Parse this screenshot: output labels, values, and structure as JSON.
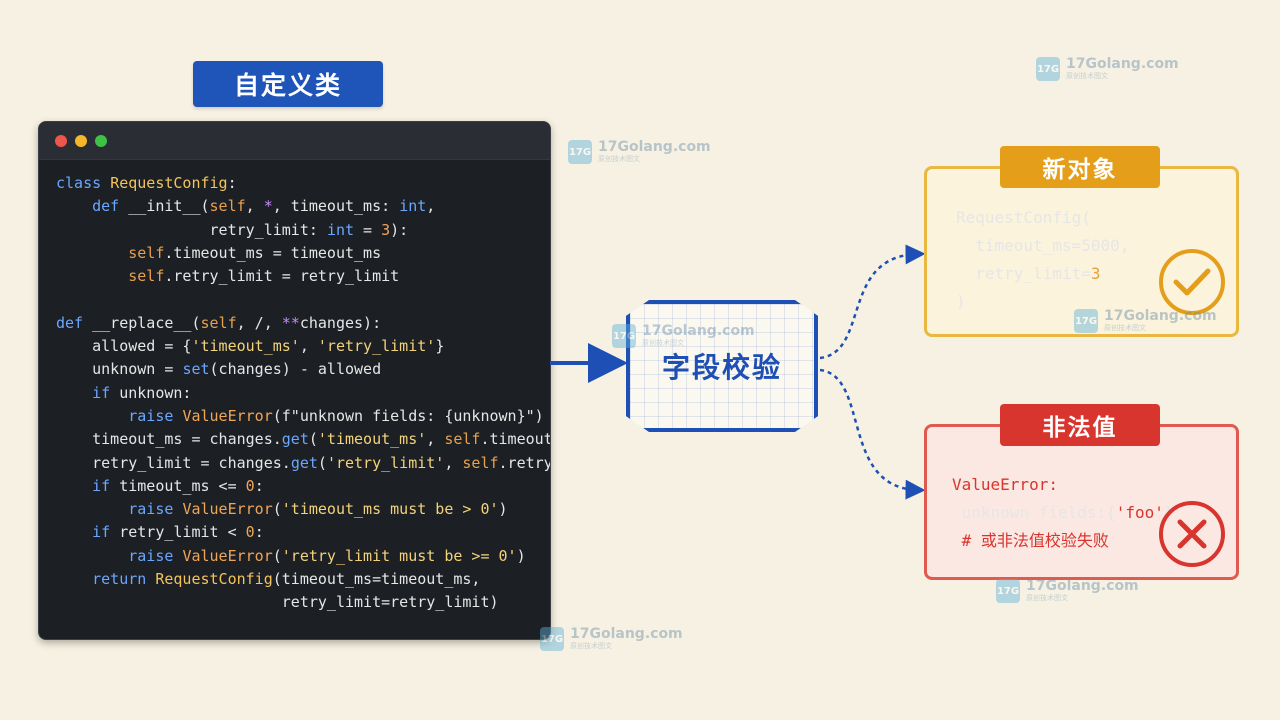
{
  "title": "自定义类",
  "code_lines": [
    [
      [
        "kw",
        "class "
      ],
      [
        "cls",
        "RequestConfig"
      ],
      [
        "plain",
        ":"
      ]
    ],
    [
      [
        "plain",
        "    "
      ],
      [
        "kw",
        "def "
      ],
      [
        "plain",
        "__init__("
      ],
      [
        "self",
        "self"
      ],
      [
        "plain",
        ", "
      ],
      [
        "op",
        "*"
      ],
      [
        "plain",
        ", timeout_ms: "
      ],
      [
        "bi",
        "int"
      ],
      [
        "plain",
        ","
      ]
    ],
    [
      [
        "plain",
        "                 retry_limit: "
      ],
      [
        "bi",
        "int"
      ],
      [
        "plain",
        " = "
      ],
      [
        "num",
        "3"
      ],
      [
        "plain",
        "):"
      ]
    ],
    [
      [
        "plain",
        "        "
      ],
      [
        "self",
        "self"
      ],
      [
        "plain",
        ".timeout_ms = timeout_ms"
      ]
    ],
    [
      [
        "plain",
        "        "
      ],
      [
        "self",
        "self"
      ],
      [
        "plain",
        ".retry_limit = retry_limit"
      ]
    ],
    [
      [
        "plain",
        ""
      ]
    ],
    [
      [
        "kw",
        "def "
      ],
      [
        "plain",
        "__replace__("
      ],
      [
        "self",
        "self"
      ],
      [
        "plain",
        ", /, "
      ],
      [
        "op",
        "**"
      ],
      [
        "plain",
        "changes):"
      ]
    ],
    [
      [
        "plain",
        "    allowed = {"
      ],
      [
        "str",
        "'timeout_ms'"
      ],
      [
        "plain",
        ", "
      ],
      [
        "str",
        "'retry_limit'"
      ],
      [
        "plain",
        "}"
      ]
    ],
    [
      [
        "plain",
        "    unknown = "
      ],
      [
        "bi",
        "set"
      ],
      [
        "plain",
        "(changes) - allowed"
      ]
    ],
    [
      [
        "plain",
        "    "
      ],
      [
        "kw",
        "if "
      ],
      [
        "plain",
        "unknown:"
      ]
    ],
    [
      [
        "plain",
        "        "
      ],
      [
        "kw",
        "raise "
      ],
      [
        "err",
        "ValueError"
      ],
      [
        "plain",
        "(f\"unknown fields: {unknown}\")"
      ]
    ],
    [
      [
        "plain",
        "    timeout_ms = changes."
      ],
      [
        "bi",
        "get"
      ],
      [
        "plain",
        "("
      ],
      [
        "str",
        "'timeout_ms'"
      ],
      [
        "plain",
        ", "
      ],
      [
        "self",
        "self"
      ],
      [
        "plain",
        ".timeout_ms)"
      ]
    ],
    [
      [
        "plain",
        "    retry_limit = changes."
      ],
      [
        "bi",
        "get"
      ],
      [
        "plain",
        "("
      ],
      [
        "str",
        "'retry_limit'"
      ],
      [
        "plain",
        ", "
      ],
      [
        "self",
        "self"
      ],
      [
        "plain",
        ".retry_limit)"
      ]
    ],
    [
      [
        "plain",
        "    "
      ],
      [
        "kw",
        "if "
      ],
      [
        "plain",
        "timeout_ms <= "
      ],
      [
        "num",
        "0"
      ],
      [
        "plain",
        ":"
      ]
    ],
    [
      [
        "plain",
        "        "
      ],
      [
        "kw",
        "raise "
      ],
      [
        "err",
        "ValueError"
      ],
      [
        "plain",
        "("
      ],
      [
        "str",
        "'timeout_ms must be > 0'"
      ],
      [
        "plain",
        ")"
      ]
    ],
    [
      [
        "plain",
        "    "
      ],
      [
        "kw",
        "if "
      ],
      [
        "plain",
        "retry_limit < "
      ],
      [
        "num",
        "0"
      ],
      [
        "plain",
        ":"
      ]
    ],
    [
      [
        "plain",
        "        "
      ],
      [
        "kw",
        "raise "
      ],
      [
        "err",
        "ValueError"
      ],
      [
        "plain",
        "("
      ],
      [
        "str",
        "'retry_limit must be >= 0'"
      ],
      [
        "plain",
        ")"
      ]
    ],
    [
      [
        "plain",
        "    "
      ],
      [
        "kw",
        "return "
      ],
      [
        "cls",
        "RequestConfig"
      ],
      [
        "plain",
        "(timeout_ms=timeout_ms,"
      ]
    ],
    [
      [
        "plain",
        "                         retry_limit=retry_limit)"
      ]
    ]
  ],
  "center_label": "字段校验",
  "ok_card": {
    "badge": "新对象",
    "lines": [
      [
        [
          "plain",
          "RequestConfig("
        ]
      ],
      [
        [
          "plain",
          "  timeout_ms=5000,"
        ]
      ],
      [
        [
          "plain",
          "  retry_limit="
        ],
        [
          "num3",
          "3"
        ]
      ],
      [
        [
          "plain",
          ")"
        ]
      ]
    ]
  },
  "bad_card": {
    "badge": "非法值",
    "lines": [
      [
        [
          "err-red",
          "ValueError:"
        ]
      ],
      [
        [
          "plain",
          " unknown fields:{"
        ],
        [
          "str-red",
          "'foo'"
        ],
        [
          "plain",
          "}"
        ]
      ],
      [
        [
          "err-red",
          " # 或非法值校验失败"
        ]
      ]
    ]
  },
  "watermark": {
    "main": "17Golang.com",
    "sub": "原创技术图文",
    "logo": "17G"
  },
  "colors": {
    "accent_blue": "#1d4fb4",
    "ok_orange": "#e49e19",
    "bad_red": "#d8352e",
    "code_bg": "#1c1f24"
  }
}
